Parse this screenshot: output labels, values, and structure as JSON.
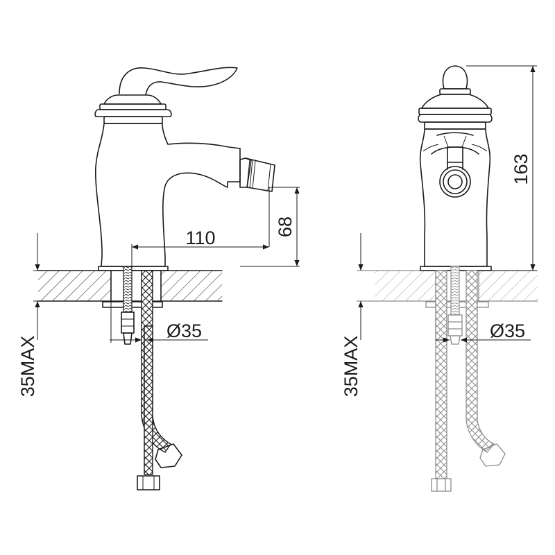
{
  "dimensions": {
    "side_view": {
      "spout_reach": "110",
      "spout_height": "68",
      "hole_diameter": "Ø35",
      "deck_thickness": "35MAX"
    },
    "front_view": {
      "total_height": "163",
      "hole_diameter": "Ø35",
      "deck_thickness": "35MAX"
    }
  },
  "colors": {
    "line": "#1a1a1a",
    "hidden": "#8a8a8a",
    "background": "#ffffff"
  }
}
